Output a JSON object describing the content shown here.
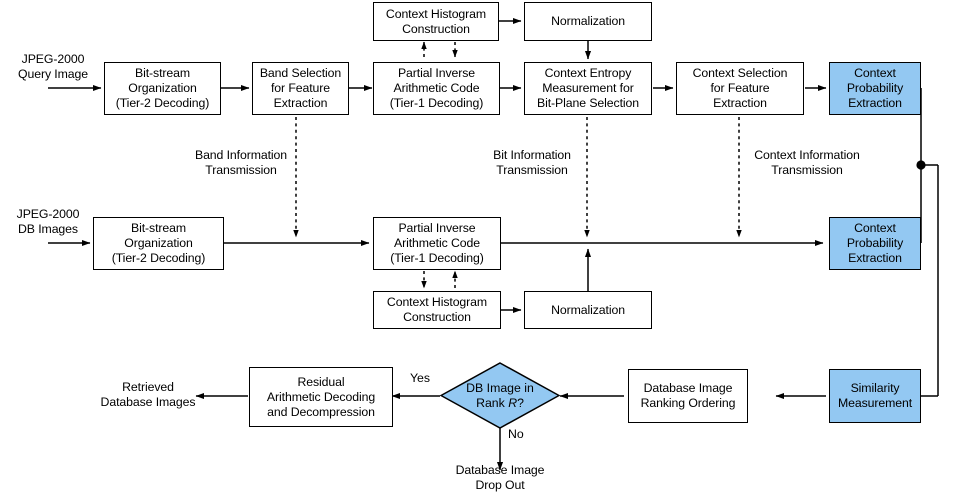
{
  "diagram": {
    "title": "JPEG-2000 compressed-domain image retrieval flowchart",
    "colors": {
      "accent_blue": "#93C8F2",
      "line": "#000000",
      "background": "#FFFFFF"
    },
    "nodes": {
      "query_bitstream": "Bit-stream\nOrganization\n(Tier-2 Decoding)",
      "band_selection": "Band Selection\nfor Feature\nExtraction",
      "query_partial_inverse": "Partial Inverse\nArithmetic Code\n(Tier-1 Decoding)",
      "context_entropy": "Context Entropy\nMeasurement for\nBit-Plane Selection",
      "context_selection": "Context Selection\nfor Feature\nExtraction",
      "query_context_prob": "Context\nProbability\nExtraction",
      "top_histogram": "Context Histogram\nConstruction",
      "top_normalization": "Normalization",
      "db_bitstream": "Bit-stream\nOrganization\n(Tier-2 Decoding)",
      "db_partial_inverse": "Partial Inverse\nArithmetic Code\n(Tier-1 Decoding)",
      "db_context_prob": "Context\nProbability\nExtraction",
      "bottom_histogram": "Context Histogram\nConstruction",
      "bottom_normalization": "Normalization",
      "residual_decoding": "Residual\nArithmetic Decoding\nand Decompression",
      "db_ranking": "Database Image\nRanking Ordering",
      "similarity": "Similarity\nMeasurement",
      "rank_decision_line1": "DB Image in",
      "rank_decision_line2_pre": "Rank ",
      "rank_decision_line2_var": "R",
      "rank_decision_line2_post": "?"
    },
    "free_labels": {
      "query_input": "JPEG-2000\nQuery Image",
      "db_input": "JPEG-2000\nDB Images",
      "retrieved_output": "Retrieved\nDatabase Images",
      "drop_out": "Database Image\nDrop Out"
    },
    "transmission_labels": {
      "band": "Band Information\nTransmission",
      "bit": "Bit Information\nTransmission",
      "context": "Context Information\nTransmission"
    },
    "decision_labels": {
      "yes": "Yes",
      "no": "No"
    }
  }
}
